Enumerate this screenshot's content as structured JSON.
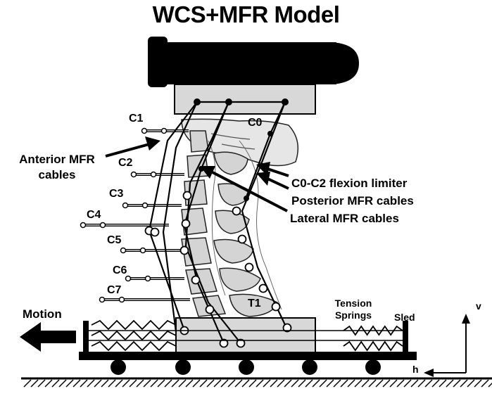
{
  "title": "WCS+MFR Model",
  "vertebrae": [
    "C1",
    "C2",
    "C3",
    "C4",
    "C5",
    "C6",
    "C7"
  ],
  "labels": {
    "c0": "C0",
    "t1": "T1",
    "anterior_line1": "Anterior MFR",
    "anterior_line2": "cables",
    "c0_c2": "C0-C2 flexion limiter",
    "posterior": "Posterior MFR cables",
    "lateral": "Lateral MFR cables",
    "motion": "Motion",
    "tension_line1": "Tension",
    "tension_line2": "Springs",
    "sled": "Sled",
    "axis_v": "v",
    "axis_h": "h"
  }
}
